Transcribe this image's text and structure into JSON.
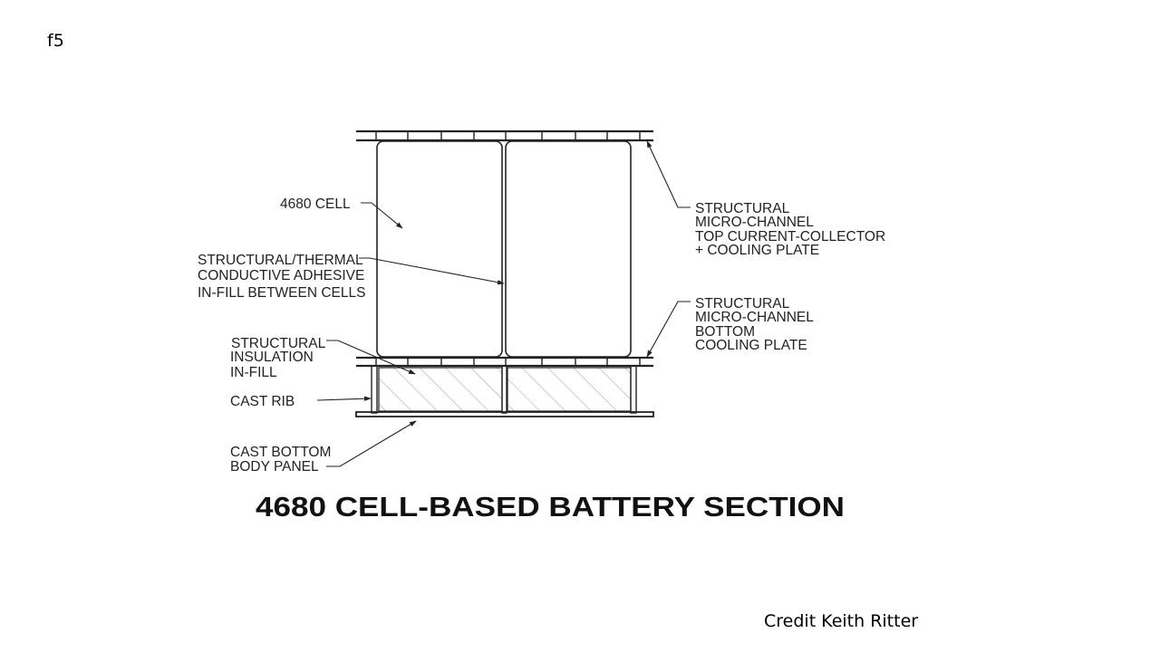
{
  "slide": {
    "tag": "f5",
    "credit": "Credit Keith Ritter"
  },
  "diagram": {
    "title": "4680 CELL-BASED BATTERY SECTION",
    "labels": {
      "cell": "4680 CELL",
      "adhesive_1": "STRUCTURAL/THERMAL",
      "adhesive_2": "CONDUCTIVE ADHESIVE",
      "adhesive_3": "IN-FILL BETWEEN CELLS",
      "insulation_1": "STRUCTURAL",
      "insulation_2": "INSULATION",
      "insulation_3": "IN-FILL",
      "rib": "CAST RIB",
      "bottom_panel_1": "CAST BOTTOM",
      "bottom_panel_2": "BODY PANEL",
      "top_plate_1": "STRUCTURAL",
      "top_plate_2": "MICRO-CHANNEL",
      "top_plate_3": "TOP CURRENT-COLLECTOR",
      "top_plate_4": "+ COOLING PLATE",
      "bottom_plate_1": "STRUCTURAL",
      "bottom_plate_2": "MICRO-CHANNEL",
      "bottom_plate_3": "BOTTOM",
      "bottom_plate_4": "COOLING PLATE"
    }
  }
}
